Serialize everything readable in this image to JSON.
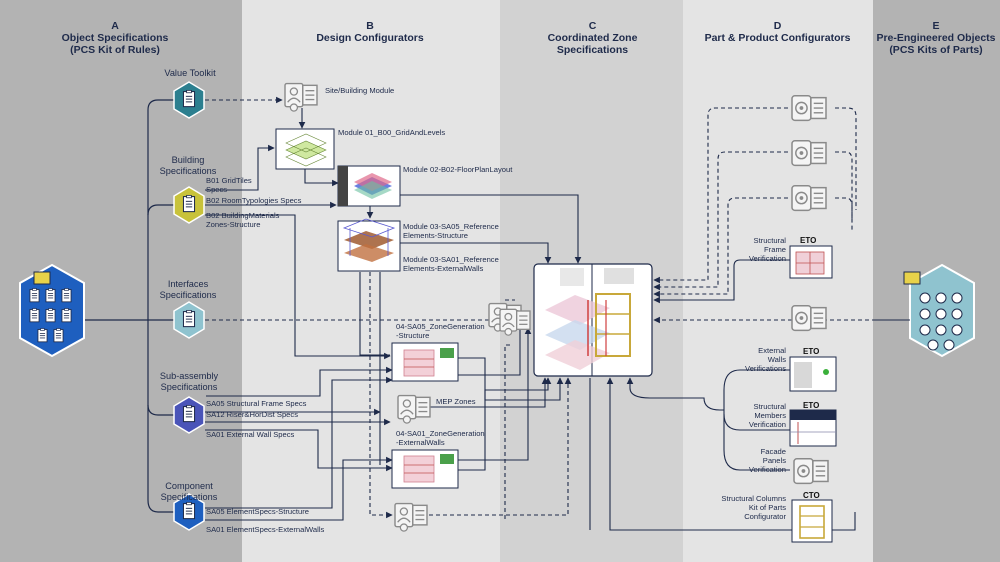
{
  "columns": {
    "a": {
      "letter": "A",
      "line1": "Object Specifications",
      "line2": "(PCS Kit of Rules)"
    },
    "b": {
      "letter": "B",
      "line1": "Design Configurators"
    },
    "c": {
      "letter": "C",
      "line1": "Coordinated Zone",
      "line2": "Specifications"
    },
    "d": {
      "letter": "D",
      "line1": "Part & Product Configurators"
    },
    "e": {
      "letter": "E",
      "line1": "Pre-Engineered Objects",
      "line2": "(PCS Kits of Parts)"
    }
  },
  "specs": {
    "value_toolkit": "Value Toolkit",
    "building_1": "Building",
    "building_2": "Specifications",
    "b01_1": "B01 GridTiles",
    "b01_2": "Specs",
    "b02_room": "B02 RoomTypologies Specs",
    "b02_mat_1": "B02 BuildingMaterials",
    "b02_mat_2": "Zones-Structure",
    "interfaces_1": "Interfaces",
    "interfaces_2": "Specifications",
    "subassembly_1": "Sub-assembly",
    "subassembly_2": "Specifications",
    "sa05": "SA05 Structural Frame Specs",
    "sa12": "SA12 Riser&HorDist Specs",
    "sa01": "SA01 External Wall Specs",
    "component_1": "Component",
    "component_2": "Specifications",
    "sa05_el": "SA05 ElementSpecs-Structure",
    "sa01_el": "SA01 ElementSpecs-ExternalWalls"
  },
  "modules": {
    "site": "Site/Building Module",
    "m01": "Module 01_B00_GridAndLevels",
    "m02": "Module 02-B02-FloorPlanLayout",
    "m03a_1": "Module 03-SA05_Reference",
    "m03a_2": "Elements-Structure",
    "m03b_1": "Module 03-SA01_Reference",
    "m03b_2": "Elements-ExternalWalls",
    "zg05_1": "04-SA05_ZoneGeneration",
    "zg05_2": "-Structure",
    "mep": "MEP Zones",
    "zg01_1": "04-SA01_ZoneGeneration",
    "zg01_2": "-ExternalWalls"
  },
  "products": {
    "sfv_1": "Structural",
    "sfv_2": "Frame",
    "sfv_3": "Verification",
    "sfv_tag": "ETO",
    "ewv_1": "External",
    "ewv_2": "Walls",
    "ewv_3": "Verifications",
    "ewv_tag": "ETO",
    "smv_1": "Structural",
    "smv_2": "Members",
    "smv_3": "Verification",
    "smv_tag": "ETO",
    "fpv_1": "Facade",
    "fpv_2": "Panels",
    "fpv_3": "Verification",
    "scc_1": "Structural Columns",
    "scc_2": "Kit of Parts",
    "scc_3": "Configurator",
    "scc_tag": "CTO"
  },
  "icons": [
    "hexagon-doc-icon",
    "config-doc-icon",
    "hex-cluster-icon",
    "building-model-icon"
  ],
  "colors": {
    "col_a": "#b3b3b3",
    "col_b": "#e4e4e4",
    "col_c": "#d2d2d2",
    "col_d": "#e4e4e4",
    "col_e": "#b3b3b3",
    "line": "#1e2a4a",
    "hex_teal": "#2c7f8f",
    "hex_yellow": "#c8c23a",
    "hex_blue": "#1e5fbf",
    "hex_indigo": "#4a54b8",
    "hex_light": "#8fc3cf"
  }
}
